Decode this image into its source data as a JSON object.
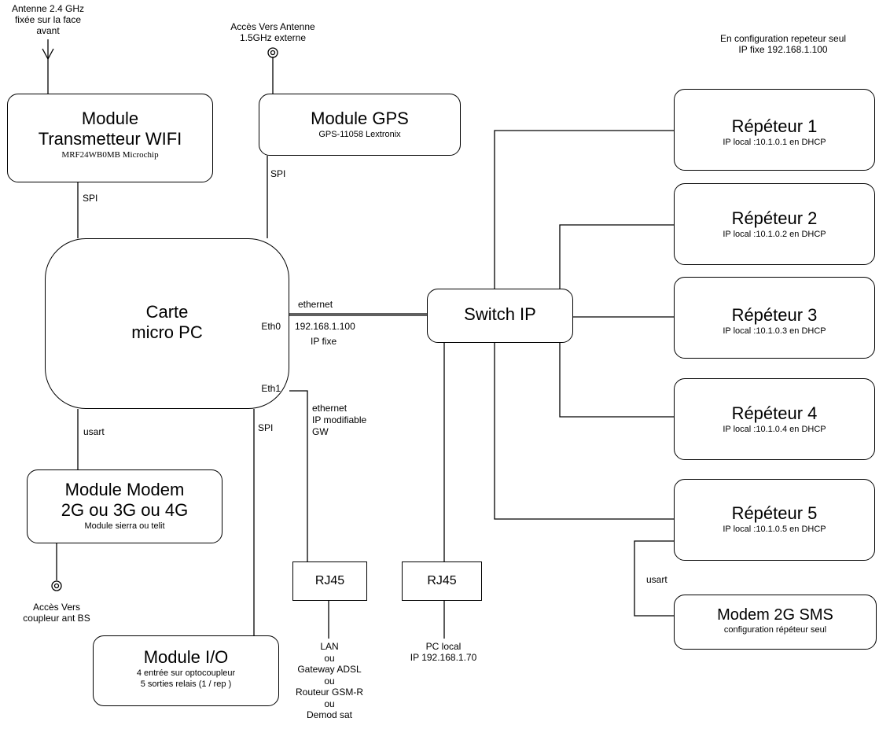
{
  "notes": {
    "antenna_wifi": [
      "Antenne 2.4 GHz",
      "fixée sur la face",
      "avant"
    ],
    "antenna_gps": [
      "Accès Vers Antenne",
      "1.5GHz externe"
    ],
    "repeater_config": [
      "En configuration repeteur seul",
      "IP fixe 192.168.1.100"
    ],
    "antenna_modem": [
      "Accès Vers",
      "coupleur ant BS"
    ]
  },
  "modules": {
    "wifi": {
      "title1": "Module",
      "title2": "Transmetteur WIFI",
      "subtitle": "MRF24WB0MB Microchip"
    },
    "gps": {
      "title": "Module GPS",
      "subtitle": "GPS-11058 Lextronix"
    },
    "cpu": {
      "title1": "Carte",
      "title2": "micro PC",
      "eth0": "Eth0",
      "eth1": "Eth1"
    },
    "switch": {
      "title": "Switch IP"
    },
    "modem": {
      "title1": "Module Modem",
      "title2": "2G ou 3G ou 4G",
      "subtitle": "Module sierra ou telit"
    },
    "io": {
      "title": "Module I/O",
      "line1": "4 entrée sur optocoupleur",
      "line2": "5 sorties relais (1 / rep )"
    },
    "rj45_left": {
      "title": "RJ45"
    },
    "rj45_right": {
      "title": "RJ45"
    },
    "sms": {
      "title": "Modem 2G SMS",
      "subtitle": "configuration répéteur seul"
    }
  },
  "repeaters": [
    {
      "title": "Répéteur 1",
      "subtitle": "IP local :10.1.0.1 en DHCP"
    },
    {
      "title": "Répéteur 2",
      "subtitle": "IP local :10.1.0.2 en DHCP"
    },
    {
      "title": "Répéteur 3",
      "subtitle": "IP local :10.1.0.3 en DHCP"
    },
    {
      "title": "Répéteur 4",
      "subtitle": "IP local :10.1.0.4 en DHCP"
    },
    {
      "title": "Répéteur 5",
      "subtitle": "IP local :10.1.0.5 en DHCP"
    }
  ],
  "links": {
    "spi_wifi": "SPI",
    "spi_gps": "SPI",
    "spi_io": "SPI",
    "usart_modem": "usart",
    "usart_sms": "usart",
    "eth0_label": "ethernet",
    "eth0_ip": "192.168.1.100",
    "eth0_mode": "IP fixe",
    "eth1_label": "ethernet",
    "eth1_mode": "IP modifiable",
    "eth1_gw": "GW"
  },
  "endpoints": {
    "lan": [
      "LAN",
      "ou",
      "Gateway ADSL",
      "ou",
      "Routeur GSM-R",
      "ou",
      "Demod sat"
    ],
    "pc": [
      "PC local",
      "IP 192.168.1.70"
    ]
  }
}
